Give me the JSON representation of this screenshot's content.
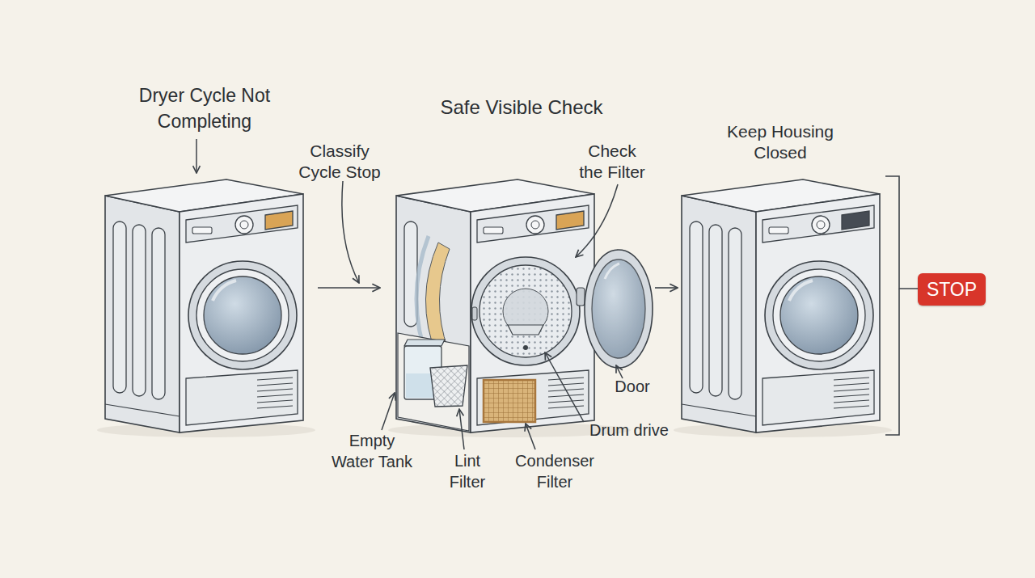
{
  "diagram": {
    "nodes": [
      {
        "text": [
          "Dryer Cycle Not Completing"
        ]
      },
      {
        "text": [
          "Safe Visible Check"
        ]
      },
      {
        "text": [
          "Keep Housing Closed"
        ]
      },
      {
        "text": [
          "STOP"
        ]
      }
    ],
    "edges": [
      {
        "from": 0,
        "to": 1,
        "arrow": "to",
        "label": "Classify Cycle Stop"
      },
      {
        "from": 1,
        "to": 2,
        "arrow": "to"
      },
      {
        "from": 2,
        "to": 3,
        "arrow": "none"
      }
    ],
    "labels": [
      "Check the Filter",
      "Door",
      "Drum drive",
      "Empty Water Tank",
      "Lint Filter",
      "Condenser Filter"
    ]
  }
}
